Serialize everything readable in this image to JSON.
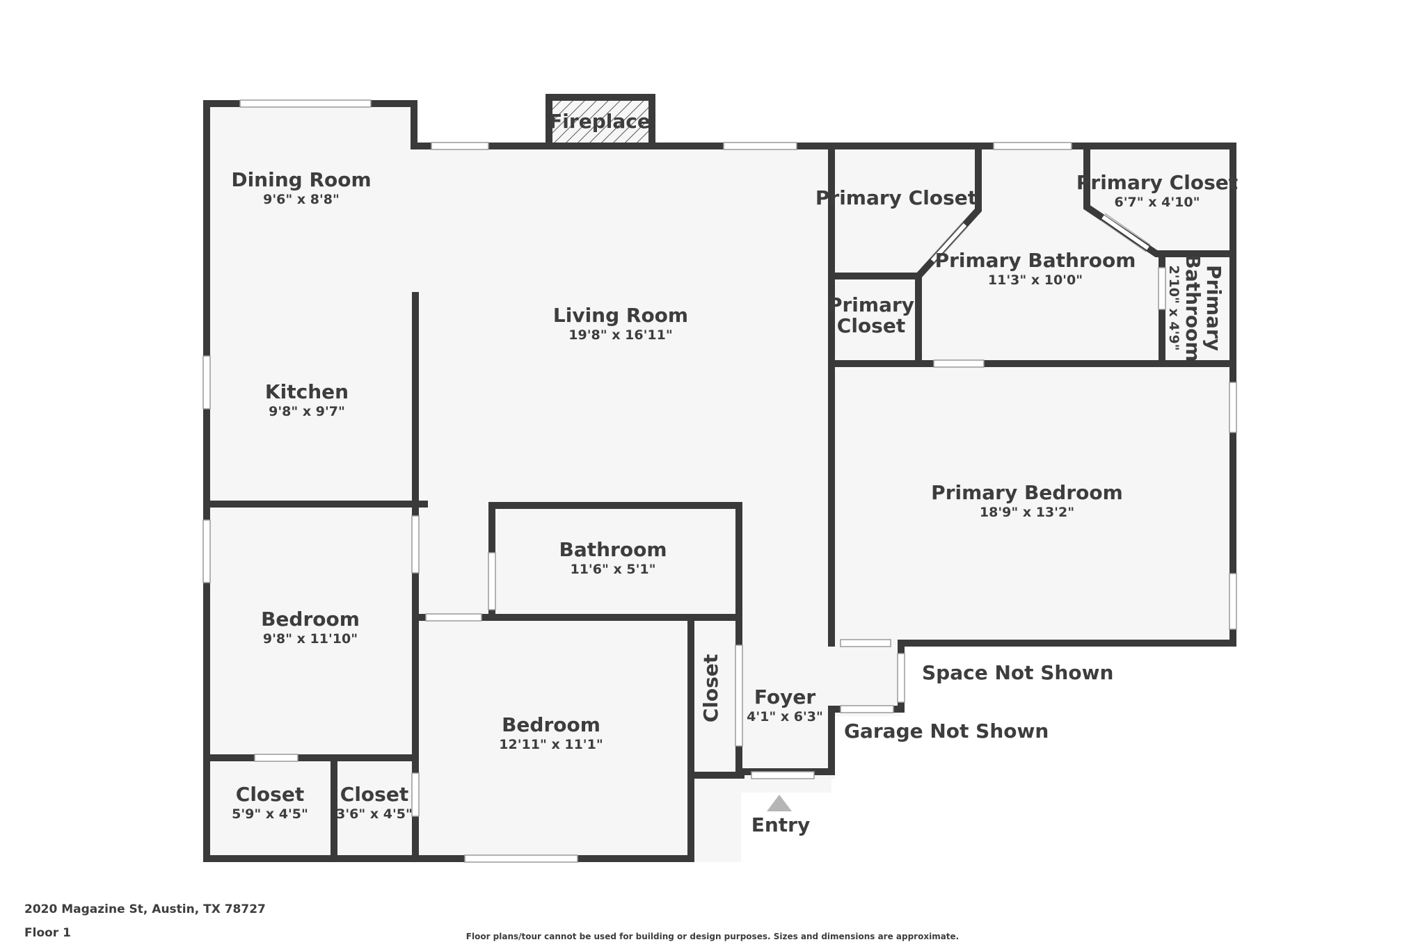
{
  "rooms": {
    "dining": {
      "name": "Dining Room",
      "dims": "9'6\" x 8'8\""
    },
    "living": {
      "name": "Living Room",
      "dims": "19'8\" x 16'11\""
    },
    "kitchen": {
      "name": "Kitchen",
      "dims": "9'8\" x 9'7\""
    },
    "bathroom": {
      "name": "Bathroom",
      "dims": "11'6\" x 5'1\""
    },
    "bedroom_left": {
      "name": "Bedroom",
      "dims": "9'8\" x 11'10\""
    },
    "bedroom_center": {
      "name": "Bedroom",
      "dims": "12'11\" x 11'1\""
    },
    "closet_left": {
      "name": "Closet",
      "dims": "5'9\" x 4'5\""
    },
    "closet_mid": {
      "name": "Closet",
      "dims": "3'6\" x 4'5\""
    },
    "closet_vertical": {
      "name": "Closet"
    },
    "foyer": {
      "name": "Foyer",
      "dims": "4'1\" x 6'3\""
    },
    "primary_closet_a": {
      "name": "Primary Closet"
    },
    "primary_closet_b_line1": "Primary",
    "primary_closet_b_line2": "Closet",
    "primary_closet_c": {
      "name": "Primary Closet",
      "dims": "6'7\" x 4'10\""
    },
    "primary_bathroom": {
      "name": "Primary Bathroom",
      "dims": "11'3\" x 10'0\""
    },
    "primary_bathroom_small_line1": "Primary",
    "primary_bathroom_small_line2": "Bathroom",
    "primary_bathroom_small_dims": "2'10\" x 4'9\"",
    "primary_bedroom": {
      "name": "Primary Bedroom",
      "dims": "18'9\" x 13'2\""
    }
  },
  "labels": {
    "fireplace": "Fireplace",
    "space_not_shown": "Space Not Shown",
    "garage_not_shown": "Garage Not Shown",
    "entry": "Entry"
  },
  "footer": {
    "address": "2020 Magazine St, Austin, TX 78727",
    "floor": "Floor 1",
    "disclaimer": "Floor plans/tour cannot be used for building or design purposes. Sizes and dimensions are approximate."
  },
  "colors": {
    "wall": "#3a3a3a",
    "floor": "#f6f6f6",
    "window": "#ffffff",
    "text": "#3d3d3d",
    "entry_arrow": "#b5b5b5"
  }
}
